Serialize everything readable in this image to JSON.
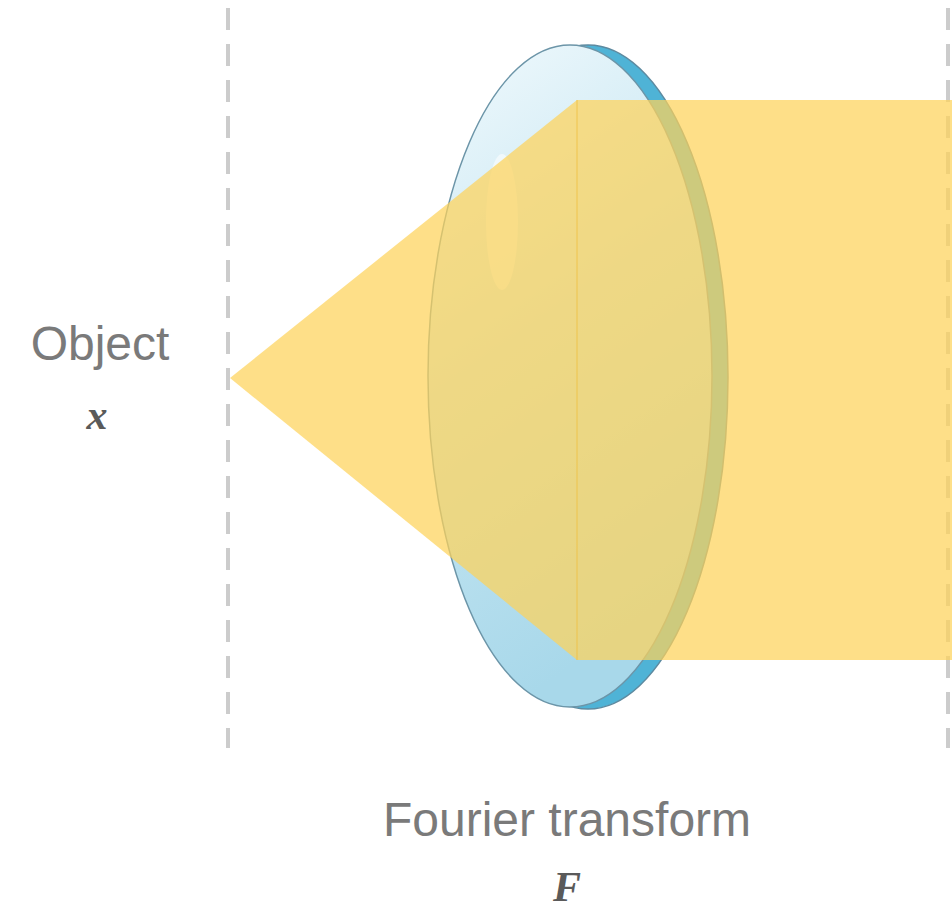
{
  "diagram": {
    "labels": [
      "Object",
      "x",
      "Fourier transform",
      "F"
    ]
  }
}
